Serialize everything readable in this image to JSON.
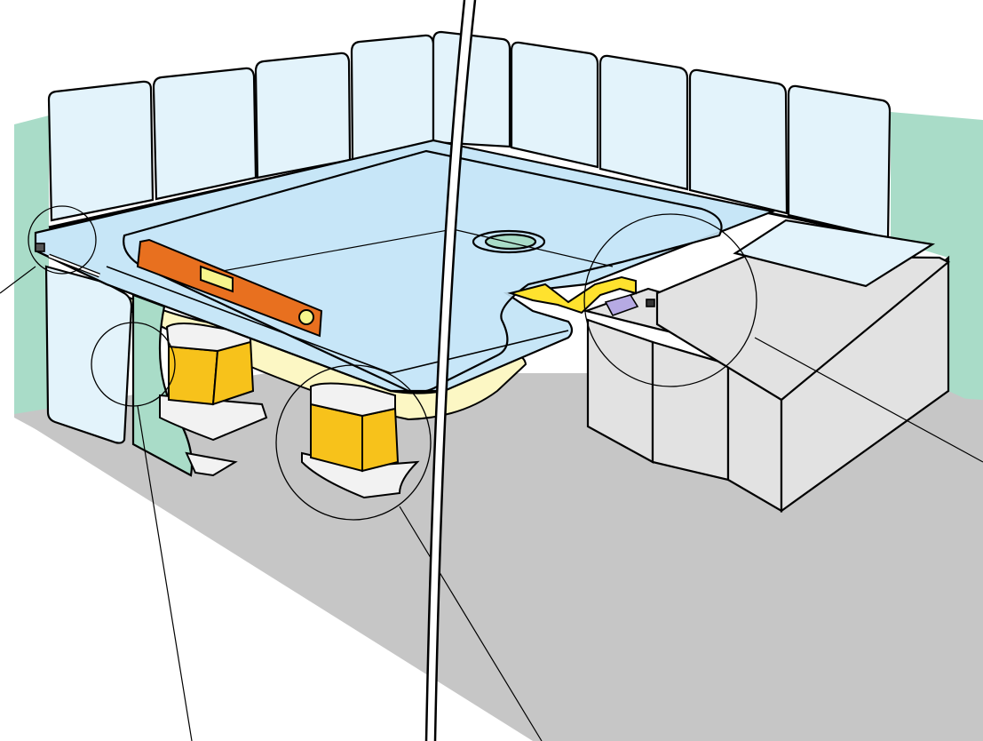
{
  "figure": {
    "kind": "technical-illustration",
    "subject": "shower-tray-installation-on-blocks",
    "colors": {
      "wall_green": "#a9dcc8",
      "floor_grey": "#c6c6c6",
      "tile_light_blue": "#e3f3fb",
      "tray_blue": "#c7e6f7",
      "tray_shadow_cream": "#fcf7c4",
      "support_block_yellow": "#f7c21b",
      "level_orange": "#e8701f",
      "level_bubble": "#f7f58c",
      "tape_yellow": "#ffe22e",
      "clip_purple": "#b6aae3",
      "plinth_grey": "#e2e2e2",
      "mortar_white": "#f2f2f2",
      "outline": "#000000"
    },
    "callouts": [
      {
        "id": "wall-edge-clip"
      },
      {
        "id": "flexible-panel"
      },
      {
        "id": "support-block"
      },
      {
        "id": "corner-clip-on-plinth"
      }
    ],
    "break_line": true
  }
}
